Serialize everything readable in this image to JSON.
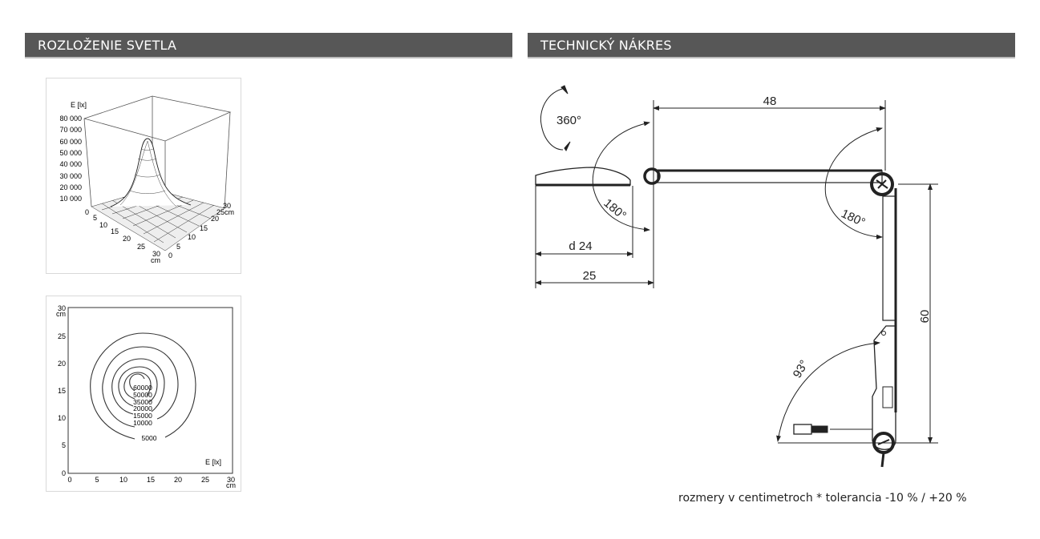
{
  "sections": {
    "left": {
      "title": "ROZLOŽENIE SVETLA"
    },
    "right": {
      "title": "TECHNICKÝ NÁKRES"
    }
  },
  "chart_data": [
    {
      "type": "surface3d",
      "title": "",
      "zlabel": "E [lx]",
      "z_ticks": [
        "0",
        "10 000",
        "20 000",
        "30 000",
        "40 000",
        "50 000",
        "60 000",
        "70 000",
        "80 000"
      ],
      "x_ticks": [
        "5",
        "10",
        "15",
        "20",
        "25",
        "30"
      ],
      "x_unit": "cm",
      "y_ticks": [
        "0",
        "5",
        "10",
        "15",
        "20",
        "25cm",
        "30"
      ],
      "zlim": [
        0,
        80000
      ],
      "peak_value": 65000,
      "peak_position_cm": [
        15,
        15
      ],
      "grid": true
    },
    {
      "type": "contour",
      "title": "",
      "label": "E [lx]",
      "x_ticks": [
        "0",
        "5",
        "10",
        "15",
        "20",
        "25",
        "30"
      ],
      "y_ticks": [
        "0",
        "5",
        "10",
        "15",
        "20",
        "25",
        "30"
      ],
      "x_unit": "cm",
      "y_unit": "cm",
      "xlim": [
        0,
        30
      ],
      "ylim": [
        0,
        30
      ],
      "levels": [
        60000,
        50000,
        35000,
        20000,
        15000,
        10000,
        5000
      ],
      "level_labels": [
        "60000",
        "50000",
        "35000",
        "20000",
        "15000",
        "10000",
        "5000"
      ],
      "center_cm": [
        14,
        16
      ]
    }
  ],
  "drawing": {
    "rotation_label": "360°",
    "dimensions": {
      "arm_length": "48",
      "head_diameter": "d 24",
      "head_offset": "25",
      "column_height": "60"
    },
    "angles": {
      "head_joint": "180°",
      "elbow_joint": "180°",
      "base_joint": "93°"
    }
  },
  "footnote": "rozmery v centimetroch * tolerancia -10 % / +20 %"
}
